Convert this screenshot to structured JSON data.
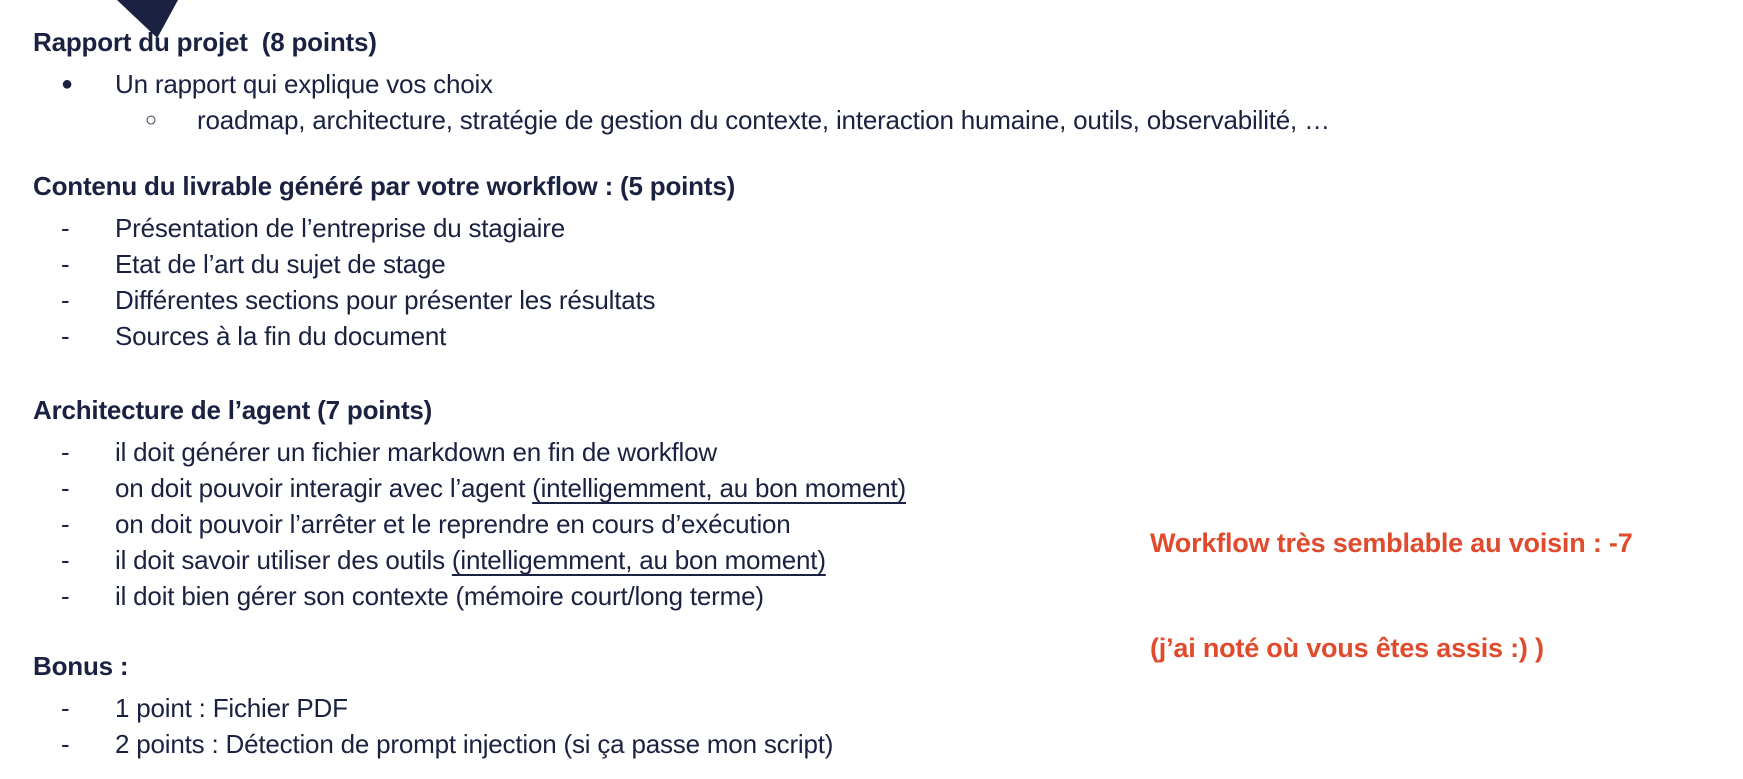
{
  "colors": {
    "background": "#ffffff",
    "text": "#1b2140",
    "accent": "#e04a2d"
  },
  "sections": [
    {
      "title": "Rapport du projet  (8 points)",
      "items": [
        {
          "level": 1,
          "marker": "disc",
          "runs": [
            {
              "text": "Un rapport qui explique vos choix",
              "underline": false
            }
          ]
        },
        {
          "level": 2,
          "marker": "circle",
          "runs": [
            {
              "text": "roadmap, architecture, stratégie de gestion du contexte, interaction humaine, outils, observabilité, …",
              "underline": false
            }
          ]
        }
      ]
    },
    {
      "title": "Contenu du livrable généré par votre workflow : (5 points)",
      "items": [
        {
          "level": 1,
          "marker": "dash",
          "runs": [
            {
              "text": "Présentation de l’entreprise du stagiaire",
              "underline": false
            }
          ]
        },
        {
          "level": 1,
          "marker": "dash",
          "runs": [
            {
              "text": "Etat de l’art du sujet de stage",
              "underline": false
            }
          ]
        },
        {
          "level": 1,
          "marker": "dash",
          "runs": [
            {
              "text": "Différentes sections pour présenter les résultats",
              "underline": false
            }
          ]
        },
        {
          "level": 1,
          "marker": "dash",
          "runs": [
            {
              "text": "Sources à la fin du document",
              "underline": false
            }
          ]
        }
      ]
    },
    {
      "title": "Architecture de l’agent (7 points)",
      "items": [
        {
          "level": 1,
          "marker": "dash",
          "runs": [
            {
              "text": "il doit générer un fichier markdown en fin de workflow",
              "underline": false
            }
          ]
        },
        {
          "level": 1,
          "marker": "dash",
          "runs": [
            {
              "text": "on doit pouvoir interagir avec l’agent ",
              "underline": false
            },
            {
              "text": "(intelligemment, au bon moment)",
              "underline": true
            }
          ]
        },
        {
          "level": 1,
          "marker": "dash",
          "runs": [
            {
              "text": "on doit pouvoir l’arrêter et le reprendre en cours d’exécution",
              "underline": false
            }
          ]
        },
        {
          "level": 1,
          "marker": "dash",
          "runs": [
            {
              "text": "il doit savoir utiliser des outils ",
              "underline": false
            },
            {
              "text": "(intelligemment, au bon moment)",
              "underline": true
            }
          ]
        },
        {
          "level": 1,
          "marker": "dash",
          "runs": [
            {
              "text": "il doit bien gérer son contexte (mémoire court/long terme)",
              "underline": false
            }
          ]
        }
      ]
    },
    {
      "title": "Bonus :",
      "items": [
        {
          "level": 1,
          "marker": "dash",
          "runs": [
            {
              "text": "1 point : Fichier PDF",
              "underline": false
            }
          ]
        },
        {
          "level": 1,
          "marker": "dash",
          "runs": [
            {
              "text": "2 points : Détection de prompt injection (si ça passe mon script)",
              "underline": false
            }
          ]
        }
      ]
    }
  ],
  "annotation": {
    "lines": [
      "Workflow très semblable au voisin : -7",
      "(j’ai noté où vous êtes assis :) )"
    ]
  }
}
